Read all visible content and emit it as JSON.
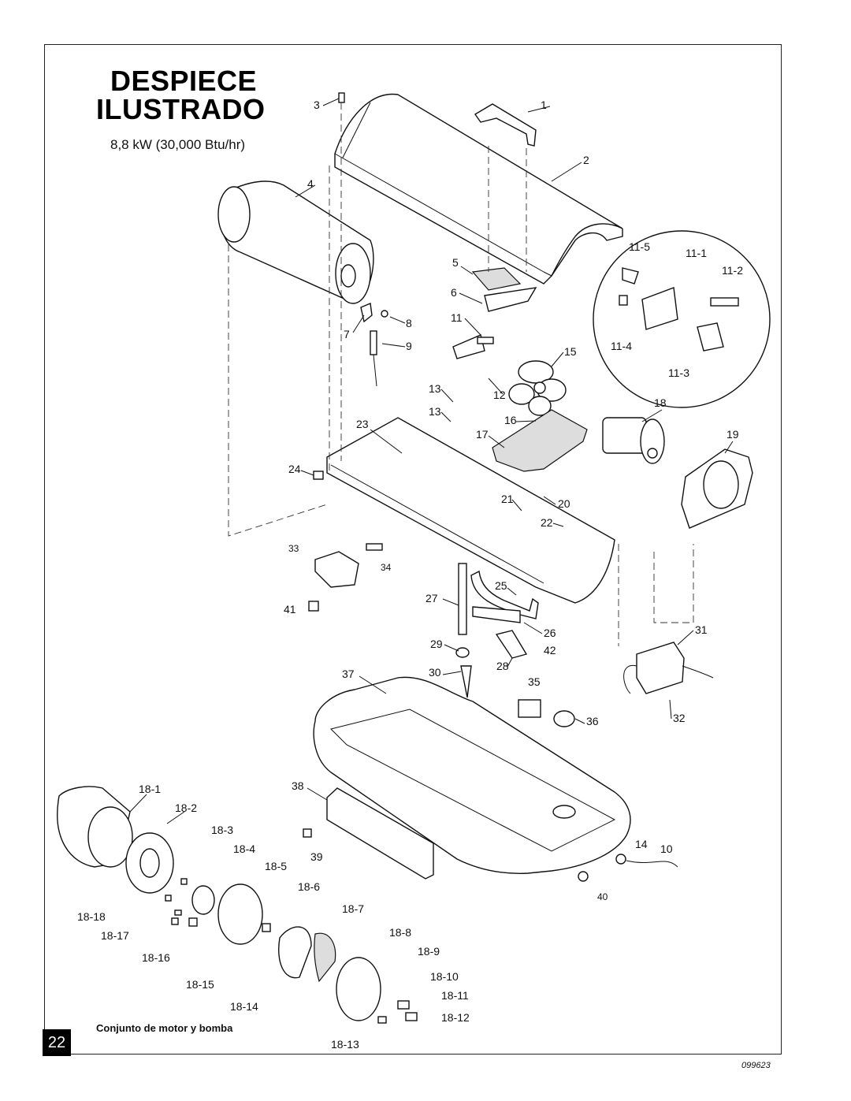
{
  "header": {
    "title_line1": "DESPIECE",
    "title_line2": "ILUSTRADO",
    "subtitle": "8,8 kW (30,000 Btu/hr)"
  },
  "subassembly_caption": "Conjunto de motor y bomba",
  "page_number": "22",
  "drawing_code": "099623",
  "part_labels": {
    "p1": "1",
    "p2": "2",
    "p3": "3",
    "p4": "4",
    "p5": "5",
    "p6": "6",
    "p7": "7",
    "p8": "8",
    "p9": "9",
    "p10": "10",
    "p11": "11",
    "p11_1": "11-1",
    "p11_2": "11-2",
    "p11_3": "11-3",
    "p11_4": "11-4",
    "p11_5": "11-5",
    "p12": "12",
    "p13a": "13",
    "p13b": "13",
    "p14": "14",
    "p15": "15",
    "p16": "16",
    "p17": "17",
    "p18": "18",
    "p19": "19",
    "p20": "20",
    "p21": "21",
    "p22": "22",
    "p23": "23",
    "p24": "24",
    "p25": "25",
    "p26": "26",
    "p27": "27",
    "p28": "28",
    "p29": "29",
    "p30": "30",
    "p31": "31",
    "p32": "32",
    "p33": "33",
    "p34": "34",
    "p35": "35",
    "p36": "36",
    "p37": "37",
    "p38": "38",
    "p39": "39",
    "p40": "40",
    "p41": "41",
    "p42": "42",
    "p18_1": "18-1",
    "p18_2": "18-2",
    "p18_3": "18-3",
    "p18_4": "18-4",
    "p18_5": "18-5",
    "p18_6": "18-6",
    "p18_7": "18-7",
    "p18_8": "18-8",
    "p18_9": "18-9",
    "p18_10": "18-10",
    "p18_11": "18-11",
    "p18_12": "18-12",
    "p18_13": "18-13",
    "p18_14": "18-14",
    "p18_15": "18-15",
    "p18_16": "18-16",
    "p18_17": "18-17",
    "p18_18": "18-18"
  }
}
